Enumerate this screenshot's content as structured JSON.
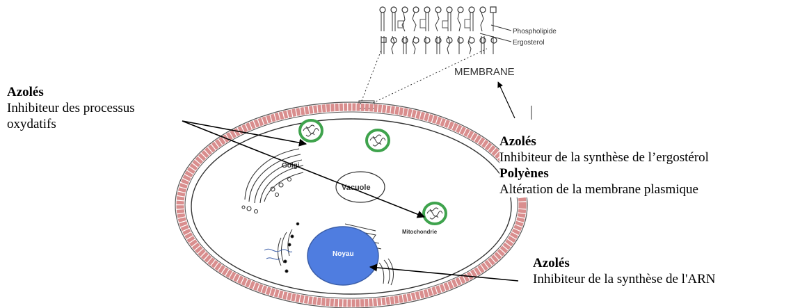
{
  "labels": {
    "phospholipide": "Phospholipide",
    "ergosterol": "Ergosterol",
    "membrane": "MEMBRANE",
    "golgi": "Golgi",
    "vacuole": "Vacuole",
    "mitochondrie": "Mitochondrie",
    "noyau": "Noyau"
  },
  "annotations": {
    "left": {
      "title": "Azolés",
      "line1": "Inhibiteur des processus",
      "line2": "oxydatifs"
    },
    "right_top": {
      "title1": "Azolés",
      "desc1": "Inhibiteur de la synthèse de l’ergostérol",
      "title2": "Polyènes",
      "desc2": "Altération de la membrane plasmique"
    },
    "right_bottom": {
      "title": "Azolés",
      "desc": "Inhibiteur de la synthèse de l'ARN"
    }
  },
  "colors": {
    "membrane_outer": "#d98e8e",
    "mitochondria": "#3fa34d",
    "nucleus": "#4f7de0"
  }
}
